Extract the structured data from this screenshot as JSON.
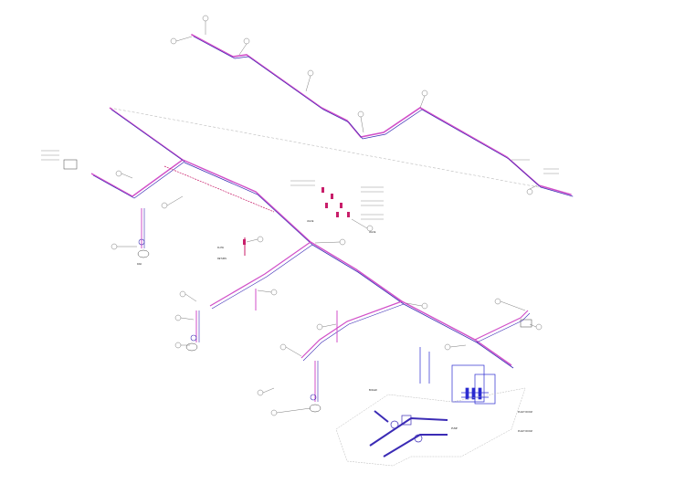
{
  "colors": {
    "supply": "#d14fc8",
    "return": "#3b2bb5",
    "hot": "#c81e6a",
    "leader": "#444444",
    "dim": "#9a9a9a",
    "equipment": "#2a2ad0"
  },
  "labels": {
    "plant_room_a": "PLANT ROOM",
    "plant_room_b": "PLANT ROOM",
    "boiler": "BOILER",
    "pump": "PUMP",
    "valve_1": "VALVE",
    "valve_2": "VALVE",
    "rad": "RAD",
    "f1": "FLOW",
    "f2": "RETURN"
  }
}
